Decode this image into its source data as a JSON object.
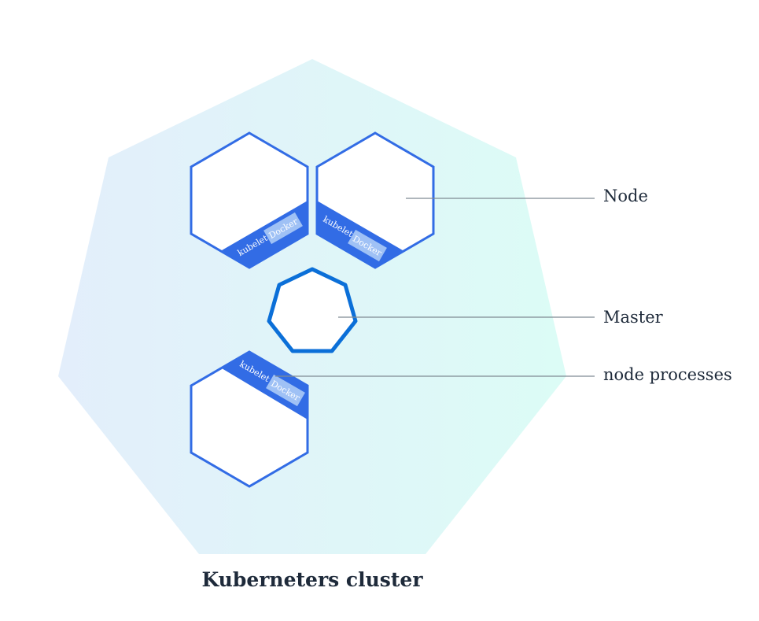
{
  "labels": {
    "node": "Node",
    "master": "Master",
    "node_processes": "node processes",
    "caption": "Kuberneters cluster"
  },
  "node_tags": {
    "kubelet": "kubelet",
    "docker": "Docker"
  },
  "colors": {
    "primary_blue": "#326ce5",
    "master_blue": "#0b6fd8",
    "docker_tile": "#9fc1f5",
    "cluster_gradient_start": "#e3eefb",
    "cluster_gradient_end": "#dcfcf6",
    "leader_line": "#7f8a93",
    "text_dark": "#1e2a3a"
  },
  "icons": {
    "cluster": "heptagon-shape",
    "node": "hexagon-shape",
    "master": "heptagon-shape"
  }
}
